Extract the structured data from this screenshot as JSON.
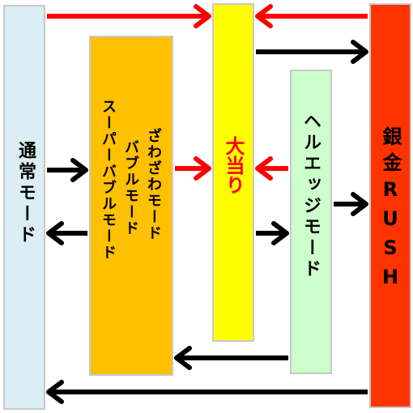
{
  "nodes": {
    "normal": {
      "label": "通常モード",
      "fill": "#daeef3"
    },
    "zawa": {
      "label_lines": [
        "ざわざわモード",
        "バブルモード",
        "スーパーバブルモード"
      ],
      "fill": "#ffc000"
    },
    "jackpot": {
      "label": "大当り",
      "fill": "#ffff00",
      "label_color": "#ff0000"
    },
    "hell": {
      "label": "ヘルエッジモード",
      "fill": "#ccffcc"
    },
    "rush": {
      "label": "銀金RUSH",
      "fill": "#ff3300"
    }
  },
  "edges": [
    {
      "from": "normal",
      "to": "jackpot",
      "color": "#ff0000"
    },
    {
      "from": "rush",
      "to": "jackpot",
      "color": "#ff0000"
    },
    {
      "from": "jackpot",
      "to": "rush",
      "color": "#000000"
    },
    {
      "from": "normal",
      "to": "zawa",
      "color": "#000000"
    },
    {
      "from": "zawa",
      "to": "normal",
      "color": "#000000"
    },
    {
      "from": "zawa",
      "to": "jackpot",
      "color": "#ff0000"
    },
    {
      "from": "hell",
      "to": "jackpot",
      "color": "#ff0000"
    },
    {
      "from": "jackpot",
      "to": "hell",
      "color": "#000000"
    },
    {
      "from": "hell",
      "to": "rush",
      "color": "#000000"
    },
    {
      "from": "hell",
      "to": "zawa",
      "color": "#000000"
    },
    {
      "from": "rush",
      "to": "normal",
      "color": "#000000"
    }
  ]
}
